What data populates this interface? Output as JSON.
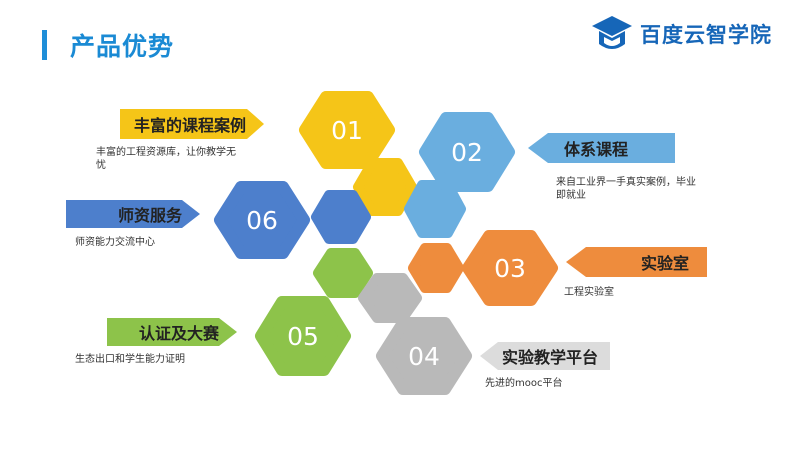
{
  "header": {
    "title": "产品优势"
  },
  "brand": {
    "name": "百度云智学院",
    "color": "#1666b8",
    "icon": "graduation-cap-icon"
  },
  "colors": {
    "accent": "#1f8ed8",
    "yellow": "#f5c518",
    "light_blue": "#6aaedf",
    "orange": "#ee8c3d",
    "gray": "#b9b9b9",
    "green": "#8dc34a",
    "blue": "#4d7fcc"
  },
  "items": [
    {
      "number": "01",
      "title": "丰富的课程案例",
      "desc": "丰富的工程资源库，让你教学无忧"
    },
    {
      "number": "02",
      "title": "体系课程",
      "desc": "来自工业界一手真实案例，毕业即就业"
    },
    {
      "number": "03",
      "title": "实验室",
      "desc": "工程实验室"
    },
    {
      "number": "04",
      "title": "实验教学平台",
      "desc": "先进的mooc平台"
    },
    {
      "number": "05",
      "title": "认证及大赛",
      "desc": "生态出口和学生能力证明"
    },
    {
      "number": "06",
      "title": "师资服务",
      "desc": "师资能力交流中心"
    }
  ]
}
